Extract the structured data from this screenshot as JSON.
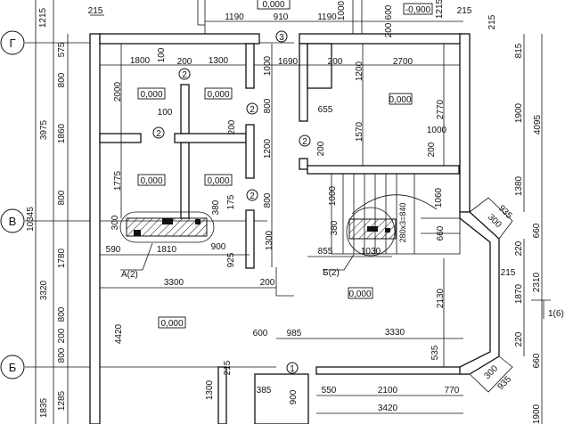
{
  "axes": {
    "g": "Г",
    "v": "В",
    "b": "Б"
  },
  "elevations": [
    "0,000",
    "0,000",
    "0,000",
    "0,000",
    "0,000",
    "0,000",
    "0,000",
    "0,000",
    "-0,900"
  ],
  "wall_marks": [
    "2",
    "2",
    "2",
    "2",
    "2",
    "2",
    "3",
    "1"
  ],
  "callouts": {
    "a": "A(2)",
    "b": "Б(2)",
    "section": "1(6)"
  },
  "dims": [
    "215",
    "1190",
    "910",
    "1190",
    "1000",
    "600",
    "200",
    "1215",
    "215",
    "215",
    "1215",
    "575",
    "800",
    "3975",
    "1860",
    "800",
    "10345",
    "1780",
    "3320",
    "800",
    "200",
    "800",
    "1835",
    "1285",
    "1800",
    "100",
    "200",
    "1300",
    "2000",
    "100",
    "200",
    "1775",
    "1000",
    "800",
    "1200",
    "175",
    "380",
    "800",
    "300",
    "590",
    "1810",
    "900",
    "925",
    "1300",
    "3300",
    "200",
    "4420",
    "600",
    "1300",
    "215",
    "385",
    "1690",
    "200",
    "2700",
    "1200",
    "655",
    "2770",
    "1570",
    "1000",
    "200",
    "200",
    "815",
    "1900",
    "4095",
    "1380",
    "1000",
    "1060",
    "380",
    "855",
    "1030",
    "280x3=840",
    "660",
    "2130",
    "215",
    "1870",
    "2310",
    "660",
    "220",
    "220",
    "985",
    "3330",
    "535",
    "660",
    "900",
    "550",
    "2100",
    "770",
    "3420",
    "1900",
    "935",
    "300",
    "300",
    "935"
  ]
}
